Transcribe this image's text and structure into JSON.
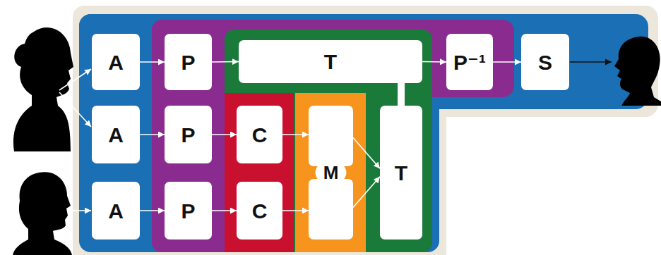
{
  "diagram": {
    "nodes": [
      {
        "text": [
          "A"
        ]
      },
      {
        "text": [
          "P"
        ]
      },
      {
        "text": [
          "T"
        ]
      },
      {
        "text": [
          "P⁻¹"
        ]
      },
      {
        "text": [
          "S"
        ]
      },
      {
        "text": [
          "A"
        ]
      },
      {
        "text": [
          "P"
        ]
      },
      {
        "text": [
          "C"
        ]
      },
      {
        "text": [
          "M"
        ]
      },
      {
        "text": [
          "T"
        ]
      },
      {
        "text": [
          "A"
        ]
      },
      {
        "text": [
          "P"
        ]
      },
      {
        "text": [
          "C"
        ]
      }
    ],
    "edges": [
      {
        "from": 0,
        "to": 1,
        "arrow": "to"
      },
      {
        "from": 1,
        "to": 2,
        "arrow": "to"
      },
      {
        "from": 2,
        "to": 3,
        "arrow": "to"
      },
      {
        "from": 3,
        "to": 4,
        "arrow": "to"
      },
      {
        "from": 5,
        "to": 6,
        "arrow": "to"
      },
      {
        "from": 6,
        "to": 7,
        "arrow": "to"
      },
      {
        "from": 7,
        "to": 8,
        "arrow": "to"
      },
      {
        "from": 8,
        "to": 9,
        "arrow": "to"
      },
      {
        "from": 8,
        "to": 9,
        "arrow": "to"
      },
      {
        "from": 9,
        "to": 2,
        "arrow": "none"
      },
      {
        "from": 10,
        "to": 11,
        "arrow": "to"
      },
      {
        "from": 11,
        "to": 12,
        "arrow": "to"
      },
      {
        "from": 12,
        "to": 8,
        "arrow": "to"
      }
    ]
  }
}
